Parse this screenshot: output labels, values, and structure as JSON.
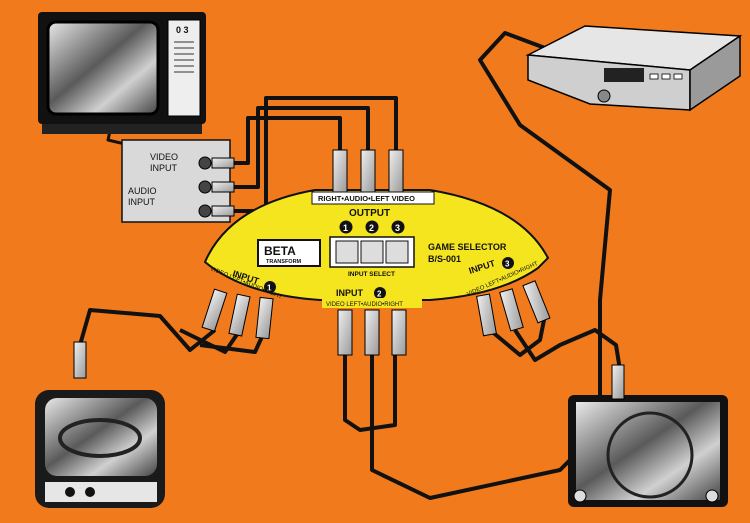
{
  "colors": {
    "background": "#f07a1c",
    "selector_body": "#f5e51e",
    "cable": "#111111",
    "connector": "#bdbdbd"
  },
  "tv_box": {
    "video_label_1": "VIDEO",
    "video_label_2": "INPUT",
    "audio_label_1": "AUDIO",
    "audio_label_2": "INPUT",
    "panel_digits": "0 3"
  },
  "selector": {
    "output_top_label": "RIGHT•AUDIO•LEFT VIDEO",
    "output_label": "OUTPUT",
    "brand": "BETA",
    "brand_sub": "TRANSFORM",
    "button_numbers": [
      "1",
      "2",
      "3"
    ],
    "input_select_label": "INPUT SELECT",
    "model_line1": "GAME SELECTOR",
    "model_line2": "B/S-001",
    "input_word": "INPUT",
    "input1_number": "1",
    "input2_number": "2",
    "input3_number": "3",
    "input1_sub": "VIDEO LEFT•AUDIO•RIGHT",
    "input2_sub": "VIDEO LEFT•AUDIO•RIGHT",
    "input3_sub": "VIDEO LEFT•AUDIO•RIGHT"
  },
  "devices": [
    "television",
    "video-recorder",
    "game-console-left",
    "game-console-right"
  ]
}
